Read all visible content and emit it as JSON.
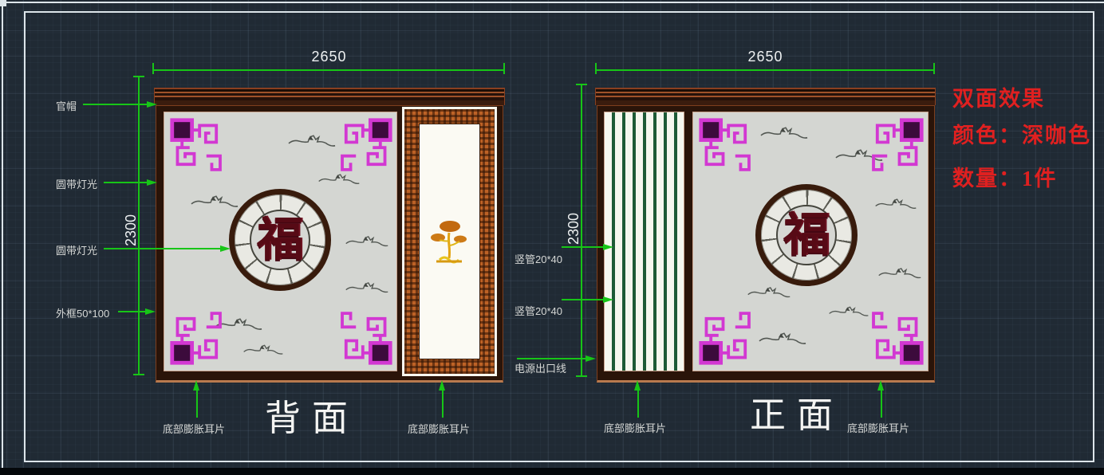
{
  "canvas": {
    "background": "#202a34"
  },
  "views": {
    "back": {
      "title": "背面",
      "dim_width": "2650",
      "dim_height": "2300",
      "medallion_char": "福"
    },
    "front": {
      "title": "正面",
      "dim_width": "2650",
      "dim_height": "2300",
      "medallion_char": "福"
    }
  },
  "callouts": {
    "left": [
      "官帽",
      "圆带灯光",
      "圆带灯光",
      "外框50*100"
    ],
    "middle": [
      "竖管20*40",
      "竖管20*40",
      "电源出口线"
    ],
    "bottom": [
      "底部膨胀耳片",
      "底部膨胀耳片",
      "底部膨胀耳片",
      "底部膨胀耳片"
    ]
  },
  "notes": {
    "lines": [
      "双面效果",
      "颜色：深咖色",
      "数量：1件"
    ]
  },
  "colors": {
    "dimension_green": "#17c517",
    "annotation_red": "#e02020",
    "ornament_magenta": "#d238d2",
    "panel_gray": "#d4d6d2",
    "frame_brown": "#5a2c14",
    "slat_green": "#1d5a36",
    "fret_orange": "#bd6226",
    "medallion_char_color": "#570a15"
  }
}
